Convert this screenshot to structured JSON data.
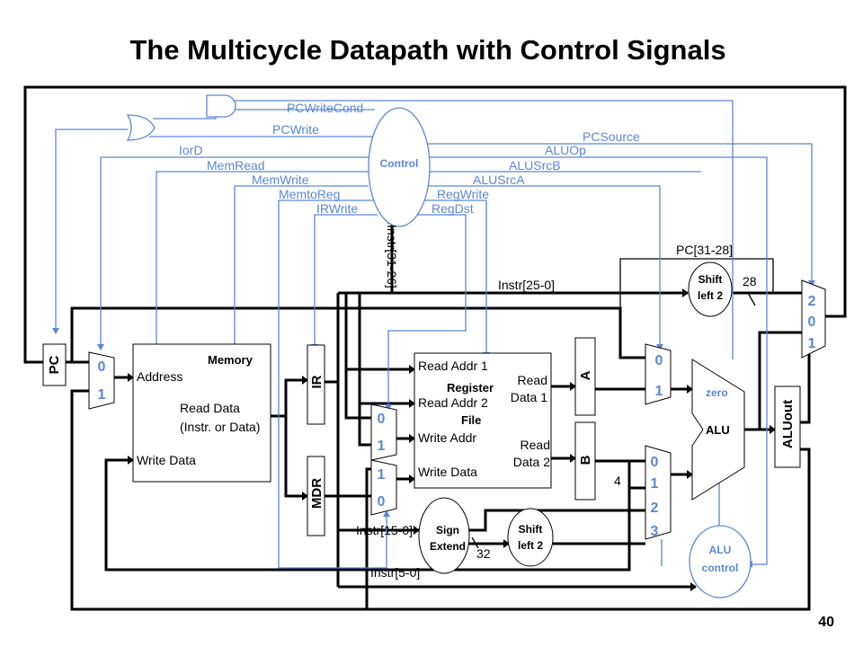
{
  "title": "The Multicycle Datapath with Control Signals",
  "page_number": "40",
  "control": {
    "label": "Control",
    "signals": {
      "pcwritecond": "PCWriteCond",
      "pcwrite": "PCWrite",
      "iord": "IorD",
      "memread": "MemRead",
      "memwrite": "MemWrite",
      "memtoreg": "MemtoReg",
      "irwrite": "IRWrite",
      "pcsource": "PCSource",
      "aluop": "ALUOp",
      "alusrcb": "ALUSrcB",
      "alusrca": "ALUSrcA",
      "regwrite": "RegWrite",
      "regdst": "RegDst"
    }
  },
  "blocks": {
    "pc": "PC",
    "memory": {
      "title": "Memory",
      "address": "Address",
      "read_data": "Read Data",
      "read_data_sub": "(Instr. or Data)",
      "write_data": "Write Data"
    },
    "ir": "IR",
    "mdr": "MDR",
    "register_file": {
      "title1": "Register",
      "title2": "File",
      "read_addr1": "Read Addr 1",
      "read_addr2": "Read Addr 2",
      "write_addr": "Write Addr",
      "write_data": "Write Data",
      "read_data1_a": "Read",
      "read_data1_b": "Data 1",
      "read_data2_a": "Read",
      "read_data2_b": "Data 2"
    },
    "a": "A",
    "b": "B",
    "alu": "ALU",
    "zero": "zero",
    "aluout": "ALUout",
    "alu_control_1": "ALU",
    "alu_control_2": "control",
    "sign_extend_1": "Sign",
    "sign_extend_2": "Extend",
    "shift_left2_top_1": "Shift",
    "shift_left2_top_2": "left 2",
    "shift_left2_bottom_1": "Shift",
    "shift_left2_bottom_2": "left 2"
  },
  "wires": {
    "instr_31_26": "Instr[31-26]",
    "instr_25_0": "Instr[25-0]",
    "pc_31_28": "PC[31-28]",
    "instr_15_0": "Instr[15-0]",
    "instr_5_0": "Instr[5-0]",
    "w28": "28",
    "w32": "32",
    "w4": "4"
  },
  "muxes": {
    "pc_mux": [
      "0",
      "1"
    ],
    "regdst_mux": [
      "0",
      "1"
    ],
    "memtoreg_mux": [
      "1",
      "0"
    ],
    "alusrca_mux": [
      "0",
      "1"
    ],
    "alusrcb_mux": [
      "0",
      "1",
      "2",
      "3"
    ],
    "pcsource_mux": [
      "2",
      "0",
      "1"
    ]
  }
}
